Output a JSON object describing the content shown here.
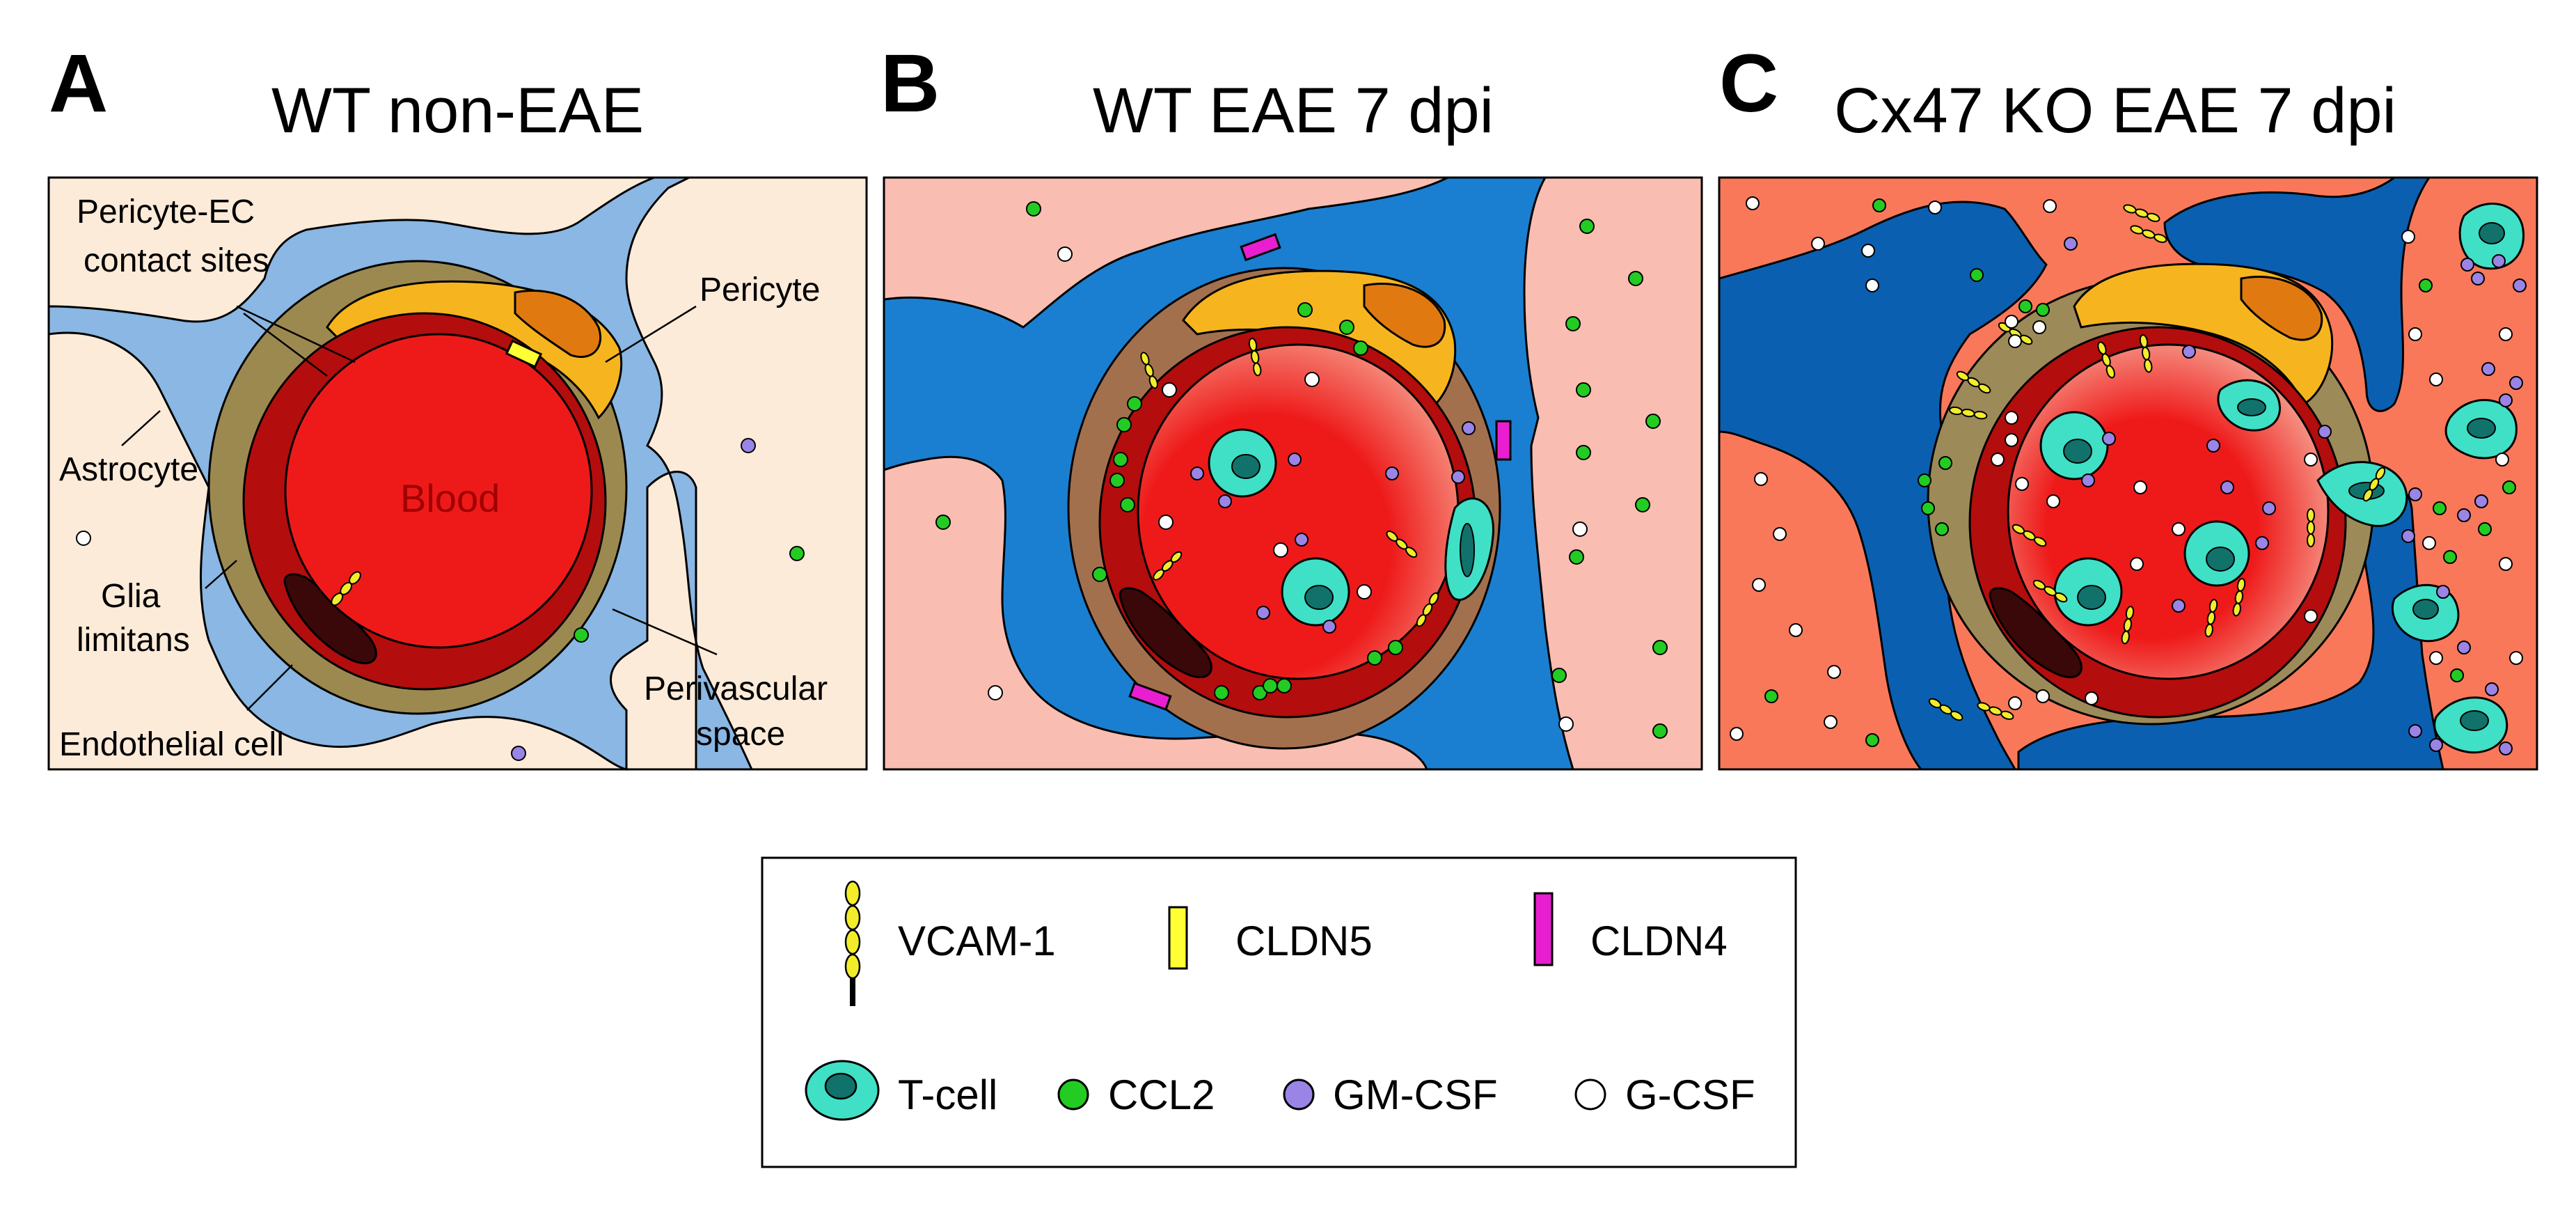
{
  "panels": [
    {
      "letter": "A",
      "title": "WT non-EAE"
    },
    {
      "letter": "B",
      "title": "WT EAE 7 dpi"
    },
    {
      "letter": "C",
      "title": "Cx47 KO EAE 7 dpi"
    }
  ],
  "annotations": {
    "pericyte_ec_line1": "Pericyte-EC",
    "pericyte_ec_line2": "contact sites",
    "pericyte": "Pericyte",
    "astrocyte": "Astrocyte",
    "blood": "Blood",
    "glia_line1": "Glia",
    "glia_line2": "limitans",
    "perivascular_line1": "Perivascular",
    "perivascular_line2": "space",
    "endothelial": "Endothelial cell"
  },
  "legend": {
    "vcam": "VCAM-1",
    "cldn5": "CLDN5",
    "cldn4": "CLDN4",
    "tcell": "T-cell",
    "ccl2": "CCL2",
    "gmcsf": "GM-CSF",
    "gcsf": "G-CSF"
  },
  "colors": {
    "panel_a_bg": "#fdebd9",
    "panel_b_bg": "#f9bdb1",
    "panel_c_bg": "#f9785a",
    "astrocyte_a": "#8ab7e3",
    "astrocyte_b": "#1a7fd0",
    "astrocyte_c": "#0b5fb0",
    "perivascular_a": "#9c8950",
    "perivascular_b": "#a3704e",
    "perivascular_c": "#9c8a58",
    "pericyte": "#f6b51e",
    "pericyte_nucleus": "#e07a10",
    "endothelium": "#b40d0d",
    "endothelial_nucleus": "#3a0808",
    "blood": "#ee1a1a",
    "tcell": "#3fe0c6",
    "tcell_nucleus": "#11726c",
    "ccl2": "#22cc22",
    "gmcsf": "#9a84e6",
    "gcsf": "#ffffff",
    "vcam": "#f2ec2a",
    "cldn5": "#ffff33",
    "cldn4": "#e81ed0"
  }
}
